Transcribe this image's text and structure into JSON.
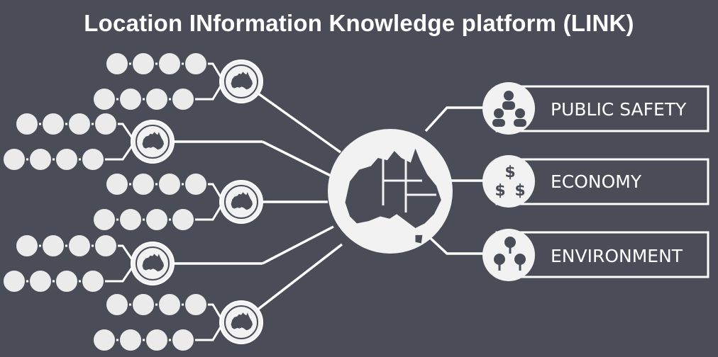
{
  "title": "Location INformation Knowledge platform (LINK)",
  "colors": {
    "background": "#4a4c57",
    "foreground": "#f2f2f2",
    "line": "#ffffff"
  },
  "outputs": [
    {
      "label": "PUBLIC SAFETY",
      "icon": "people-icon"
    },
    {
      "label": "ECONOMY",
      "icon": "dollar-signs-icon"
    },
    {
      "label": "ENVIRONMENT",
      "icon": "trees-icon"
    }
  ],
  "hub": {
    "icon": "australia-map-icon"
  },
  "sources": {
    "count": 5,
    "icon": "australia-map-icon"
  }
}
